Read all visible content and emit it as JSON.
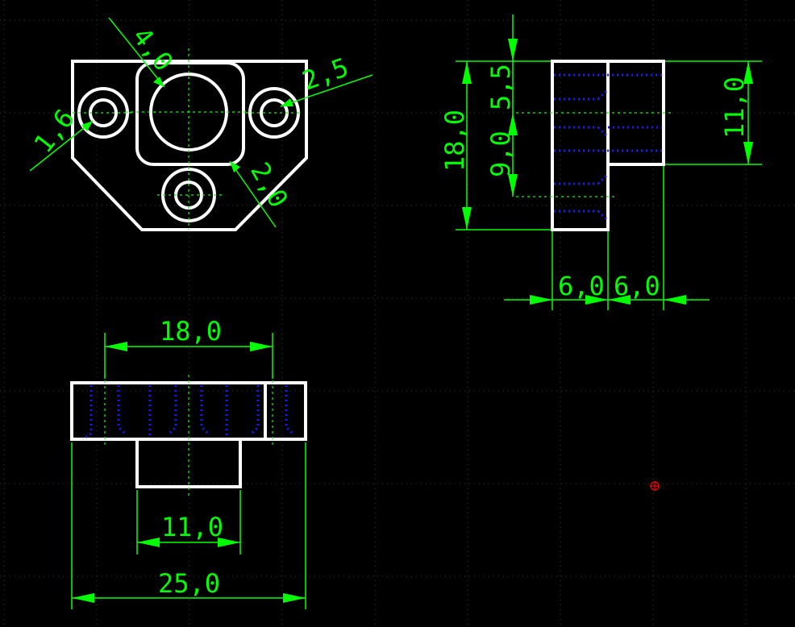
{
  "top_view": {
    "dims": {
      "d1": "4,0",
      "d2": "2,5",
      "d3": "1,6",
      "d4": "2,0"
    }
  },
  "side_view": {
    "dims": {
      "h_total": "18,0",
      "h_a": "5,5",
      "h_b": "9,0",
      "h_c": "11,0",
      "w_a": "6,0",
      "w_b": "6,0"
    }
  },
  "front_view": {
    "dims": {
      "w_top": "18,0",
      "w_mid": "11,0",
      "w_total": "25,0"
    }
  },
  "colors": {
    "background": "#000000",
    "object": "#ffffff",
    "dimension": "#00ff00",
    "hidden": "#1a1aff",
    "cursor": "#ff0000"
  }
}
